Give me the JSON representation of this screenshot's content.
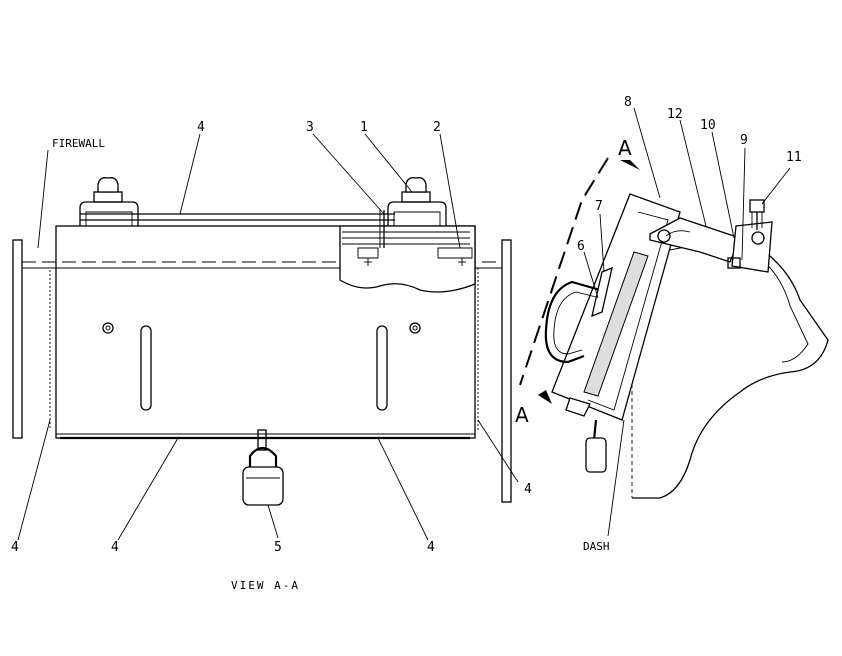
{
  "labels": {
    "firewall": "FIREWALL",
    "dash": "DASH",
    "view": "VIEW A-A",
    "section_mark": "A"
  },
  "callouts": [
    {
      "id": "c-4-top",
      "text": "4"
    },
    {
      "id": "c-3",
      "text": "3"
    },
    {
      "id": "c-1",
      "text": "1"
    },
    {
      "id": "c-2",
      "text": "2"
    },
    {
      "id": "c-4-right",
      "text": "4"
    },
    {
      "id": "c-4-left",
      "text": "4"
    },
    {
      "id": "c-4-bottom-left",
      "text": "4"
    },
    {
      "id": "c-5",
      "text": "5"
    },
    {
      "id": "c-4-bottom-right",
      "text": "4"
    },
    {
      "id": "c-8",
      "text": "8"
    },
    {
      "id": "c-12",
      "text": "12"
    },
    {
      "id": "c-10",
      "text": "10"
    },
    {
      "id": "c-9",
      "text": "9"
    },
    {
      "id": "c-11",
      "text": "11"
    },
    {
      "id": "c-7",
      "text": "7"
    },
    {
      "id": "c-6",
      "text": "6"
    }
  ]
}
